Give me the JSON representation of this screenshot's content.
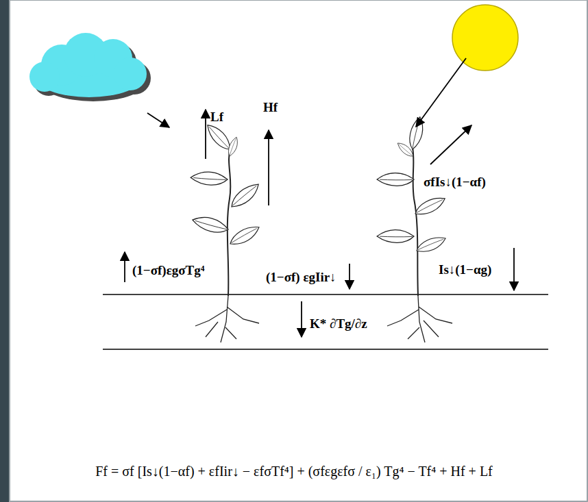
{
  "diagram": {
    "labels": [
      "Hf",
      "Lf",
      "σfIs↓(1−αf)",
      "(1−σf)εgσTg⁴",
      "(1−σf) εgIir↓",
      "Is↓(1−αg)",
      "K* ∂Tg/∂z",
      "Ff = σf [Is↓(1−αf) + εfIir↓ − εfσTf⁴] + (σfεgεfσ / ε₁) Tg⁴ − Tf⁴ + Hf + Lf"
    ]
  }
}
